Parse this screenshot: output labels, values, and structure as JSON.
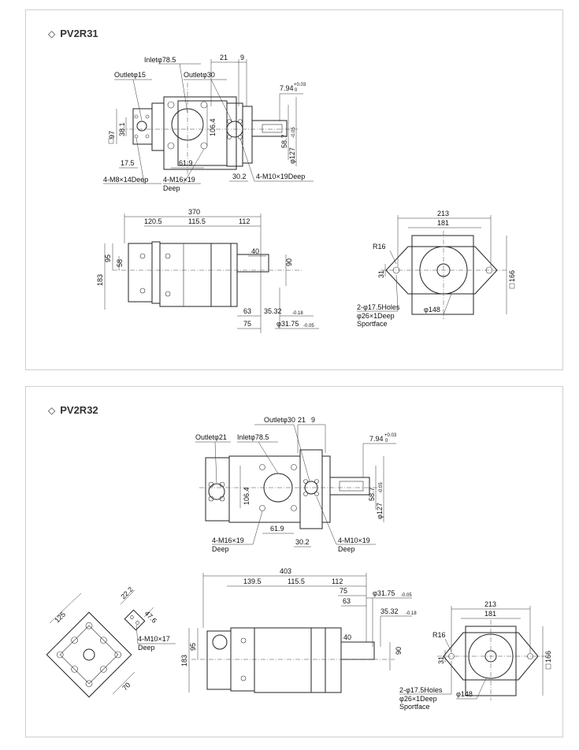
{
  "sections": [
    {
      "title": "PV2R31",
      "labels": {
        "inlet": "Inletφ78.5",
        "outlet15": "Outletφ15",
        "outlet30": "Outletφ30",
        "d21": "21",
        "d9": "9",
        "d794": "7.94",
        "d794tol": "+0.03",
        "d794tol2": "0",
        "d97": "97",
        "d381": "38.1",
        "d1064": "106.4",
        "d587": "58.7",
        "d127": "φ127",
        "d127tol": "-0.05",
        "d175": "17.5",
        "d619": "61.9",
        "d302": "30.2",
        "m8": "4-M8×14Deep",
        "m16": "4-M16×19",
        "m16b": "Deep",
        "m10": "4-M10×19Deep",
        "d370": "370",
        "d1205": "120.5",
        "d1155": "115.5",
        "d112": "112",
        "d40": "40",
        "d95": "95",
        "d58": "58",
        "d183": "183",
        "d90": "90",
        "d63": "63",
        "d75": "75",
        "d3532": "35.32",
        "d3532tol": "-0.18",
        "d3175": "φ31.75",
        "d3175tol": "-0.05",
        "d213": "213",
        "d181": "181",
        "r16": "R16",
        "d31": "31",
        "d166": "166",
        "holes": "2-φ17.5Holes",
        "spot": "φ26×1Deep",
        "spot2": "Sportface",
        "d148": "φ148"
      }
    },
    {
      "title": "PV2R32",
      "labels": {
        "outlet30": "Outletφ30",
        "d21": "21",
        "d9": "9",
        "outlet21": "Outletφ21",
        "inlet": "Inletφ78.5",
        "d794": "7.94",
        "d794tol": "+0.03",
        "d794tol2": "0",
        "d1064": "106.4",
        "d587": "58.7",
        "d127": "φ127",
        "d127tol": "-0.05",
        "d619": "61.9",
        "d302": "30.2",
        "m16": "4-M16×19",
        "m16b": "Deep",
        "m10": "4-M10×19",
        "m10b": "Deep",
        "d403": "403",
        "d1395": "139.5",
        "d1155": "115.5",
        "d112": "112",
        "d75": "75",
        "d63": "63",
        "d3175": "φ31.75",
        "d3175tol": "-0.05",
        "d3532": "35.32",
        "d3532tol": "-0.18",
        "d40": "40",
        "d95": "95",
        "d183": "183",
        "d90": "90",
        "d222": "22.2",
        "d476": "47.6",
        "d125": "125",
        "d70": "70",
        "m10c": "4-M10×17",
        "m10cb": "Deep",
        "d213": "213",
        "d181": "181",
        "r16": "R16",
        "d31": "31",
        "d166": "166",
        "holes": "2-φ17.5Holes",
        "spot": "φ26×1Deep",
        "spot2": "Sportface",
        "d148": "φ148"
      }
    }
  ]
}
